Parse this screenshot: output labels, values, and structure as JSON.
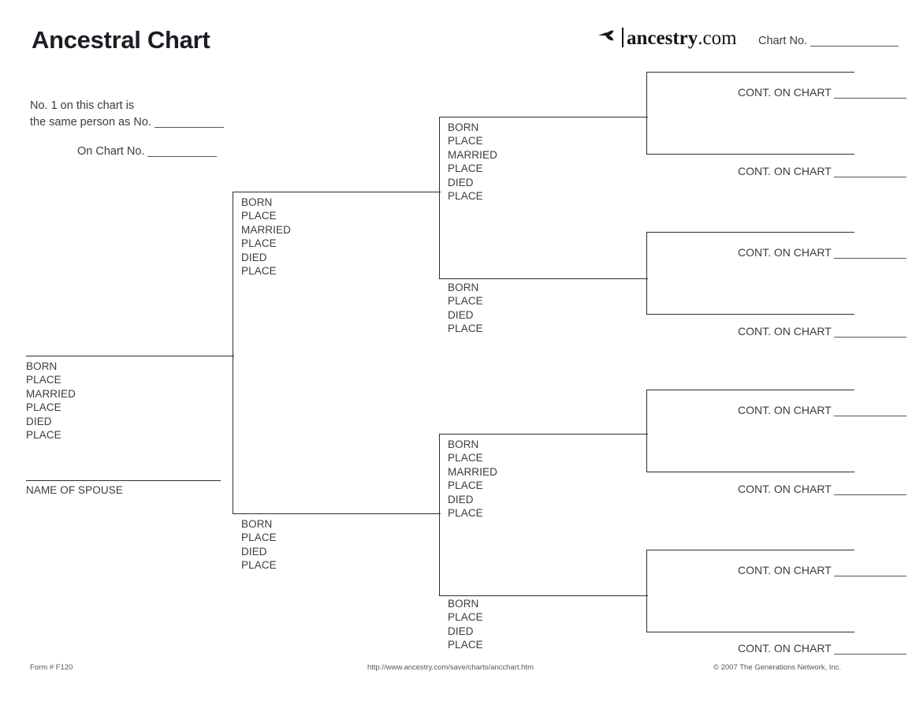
{
  "page": {
    "title": "Ancestral Chart"
  },
  "brand": {
    "icon": "ancestry-leaf-icon",
    "word_bold": "ancestry",
    "word_light": ".com"
  },
  "header": {
    "chart_no_label": "Chart No."
  },
  "note": {
    "line1": "No. 1 on this chart is",
    "line2": "the same person as No.",
    "line3": "On Chart No."
  },
  "field_labels": {
    "born": "BORN",
    "place": "PLACE",
    "married": "MARRIED",
    "died": "DIED",
    "spouse": "NAME OF SPOUSE"
  },
  "blocks": {
    "person1": {
      "fields": [
        "BORN",
        "PLACE",
        "MARRIED",
        "PLACE",
        "DIED",
        "PLACE"
      ],
      "spouse_label": "NAME OF SPOUSE"
    },
    "gen2_father": {
      "fields": [
        "BORN",
        "PLACE",
        "MARRIED",
        "PLACE",
        "DIED",
        "PLACE"
      ]
    },
    "gen2_mother": {
      "fields": [
        "BORN",
        "PLACE",
        "DIED",
        "PLACE"
      ]
    },
    "gen3_1": {
      "fields": [
        "BORN",
        "PLACE",
        "MARRIED",
        "PLACE",
        "DIED",
        "PLACE"
      ]
    },
    "gen3_2": {
      "fields": [
        "BORN",
        "PLACE",
        "DIED",
        "PLACE"
      ]
    },
    "gen3_3": {
      "fields": [
        "BORN",
        "PLACE",
        "MARRIED",
        "PLACE",
        "DIED",
        "PLACE"
      ]
    },
    "gen3_4": {
      "fields": [
        "BORN",
        "PLACE",
        "DIED",
        "PLACE"
      ]
    }
  },
  "continuations": [
    {
      "label": "CONT. ON CHART"
    },
    {
      "label": "CONT. ON CHART"
    },
    {
      "label": "CONT. ON CHART"
    },
    {
      "label": "CONT. ON CHART"
    },
    {
      "label": "CONT. ON CHART"
    },
    {
      "label": "CONT. ON CHART"
    },
    {
      "label": "CONT. ON CHART"
    },
    {
      "label": "CONT. ON CHART"
    }
  ],
  "footer": {
    "form": "Form # F120",
    "url": "http://www.ancestry.com/save/charts/ancchart.htm",
    "copyright": "© 2007 The Generations Network, Inc."
  },
  "colors": {
    "text": "#3b3b42",
    "line": "#2e2e33",
    "title": "#1d1d24",
    "footer": "#55555c",
    "background": "#ffffff"
  }
}
